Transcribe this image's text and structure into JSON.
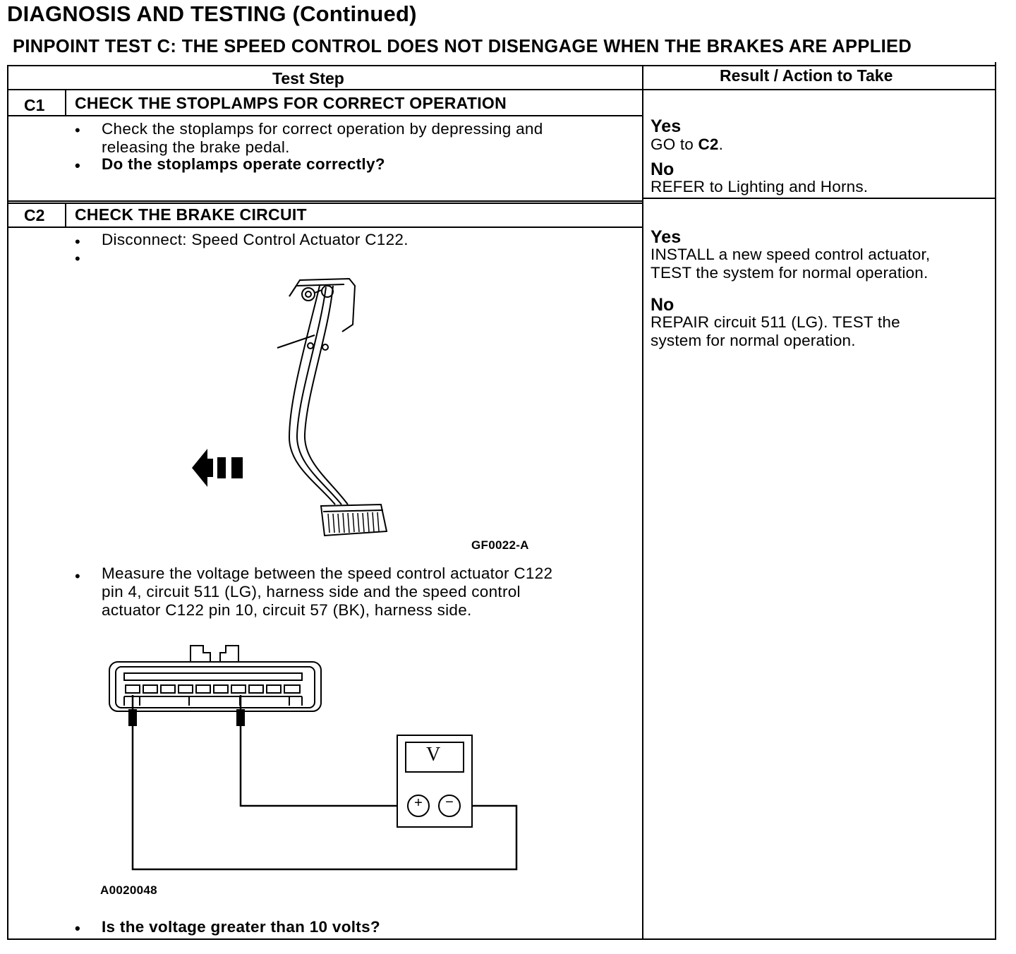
{
  "page": {
    "title": "DIAGNOSIS AND TESTING (Continued)",
    "subtitle": "PINPOINT TEST C: THE SPEED CONTROL DOES NOT DISENGAGE WHEN THE BRAKES ARE APPLIED"
  },
  "table": {
    "col_test_step": "Test Step",
    "col_result": "Result / Action to Take"
  },
  "steps": [
    {
      "id": "C1",
      "title": "CHECK THE STOPLAMPS FOR CORRECT OPERATION",
      "bullets": [
        {
          "line1": "Check the stoplamps for correct operation by depressing and",
          "line2": "releasing the brake pedal."
        },
        {
          "text": "Do the stoplamps operate correctly?"
        }
      ],
      "results": {
        "yes_label": "Yes",
        "yes_prefix": "GO to ",
        "yes_target": "C2",
        "yes_suffix": ".",
        "no_label": "No",
        "no_text": "REFER to Lighting and Horns."
      }
    },
    {
      "id": "C2",
      "title": "CHECK THE BRAKE CIRCUIT",
      "bullets": [
        {
          "text": "Disconnect: Speed Control Actuator C122."
        },
        {
          "text": ""
        },
        {
          "line1": "Measure the voltage between the speed control actuator C122",
          "line2": "pin 4, circuit 511 (LG), harness side and the speed control",
          "line3": "actuator C122 pin 10, circuit 57 (BK), harness side."
        },
        {
          "text": "Is the voltage greater than 10 volts?"
        }
      ],
      "figure1_code": "GF0022-A",
      "figure2_code": "A0020048",
      "meter_symbol": "V",
      "meter_plus": "+",
      "meter_minus": "−",
      "results": {
        "yes_label": "Yes",
        "yes_line1": "INSTALL a new speed control actuator,",
        "yes_line2": "TEST the system for normal operation.",
        "no_label": "No",
        "no_line1": "REPAIR circuit 511 (LG). TEST the",
        "no_line2": "system for normal operation."
      }
    }
  ],
  "icons": {
    "bullet": "•",
    "pedal_illustration": "brake-pedal-illustration",
    "arrow": "depress-arrow-icon",
    "connector": "connector-c122-illustration",
    "voltmeter": "voltmeter-icon"
  }
}
